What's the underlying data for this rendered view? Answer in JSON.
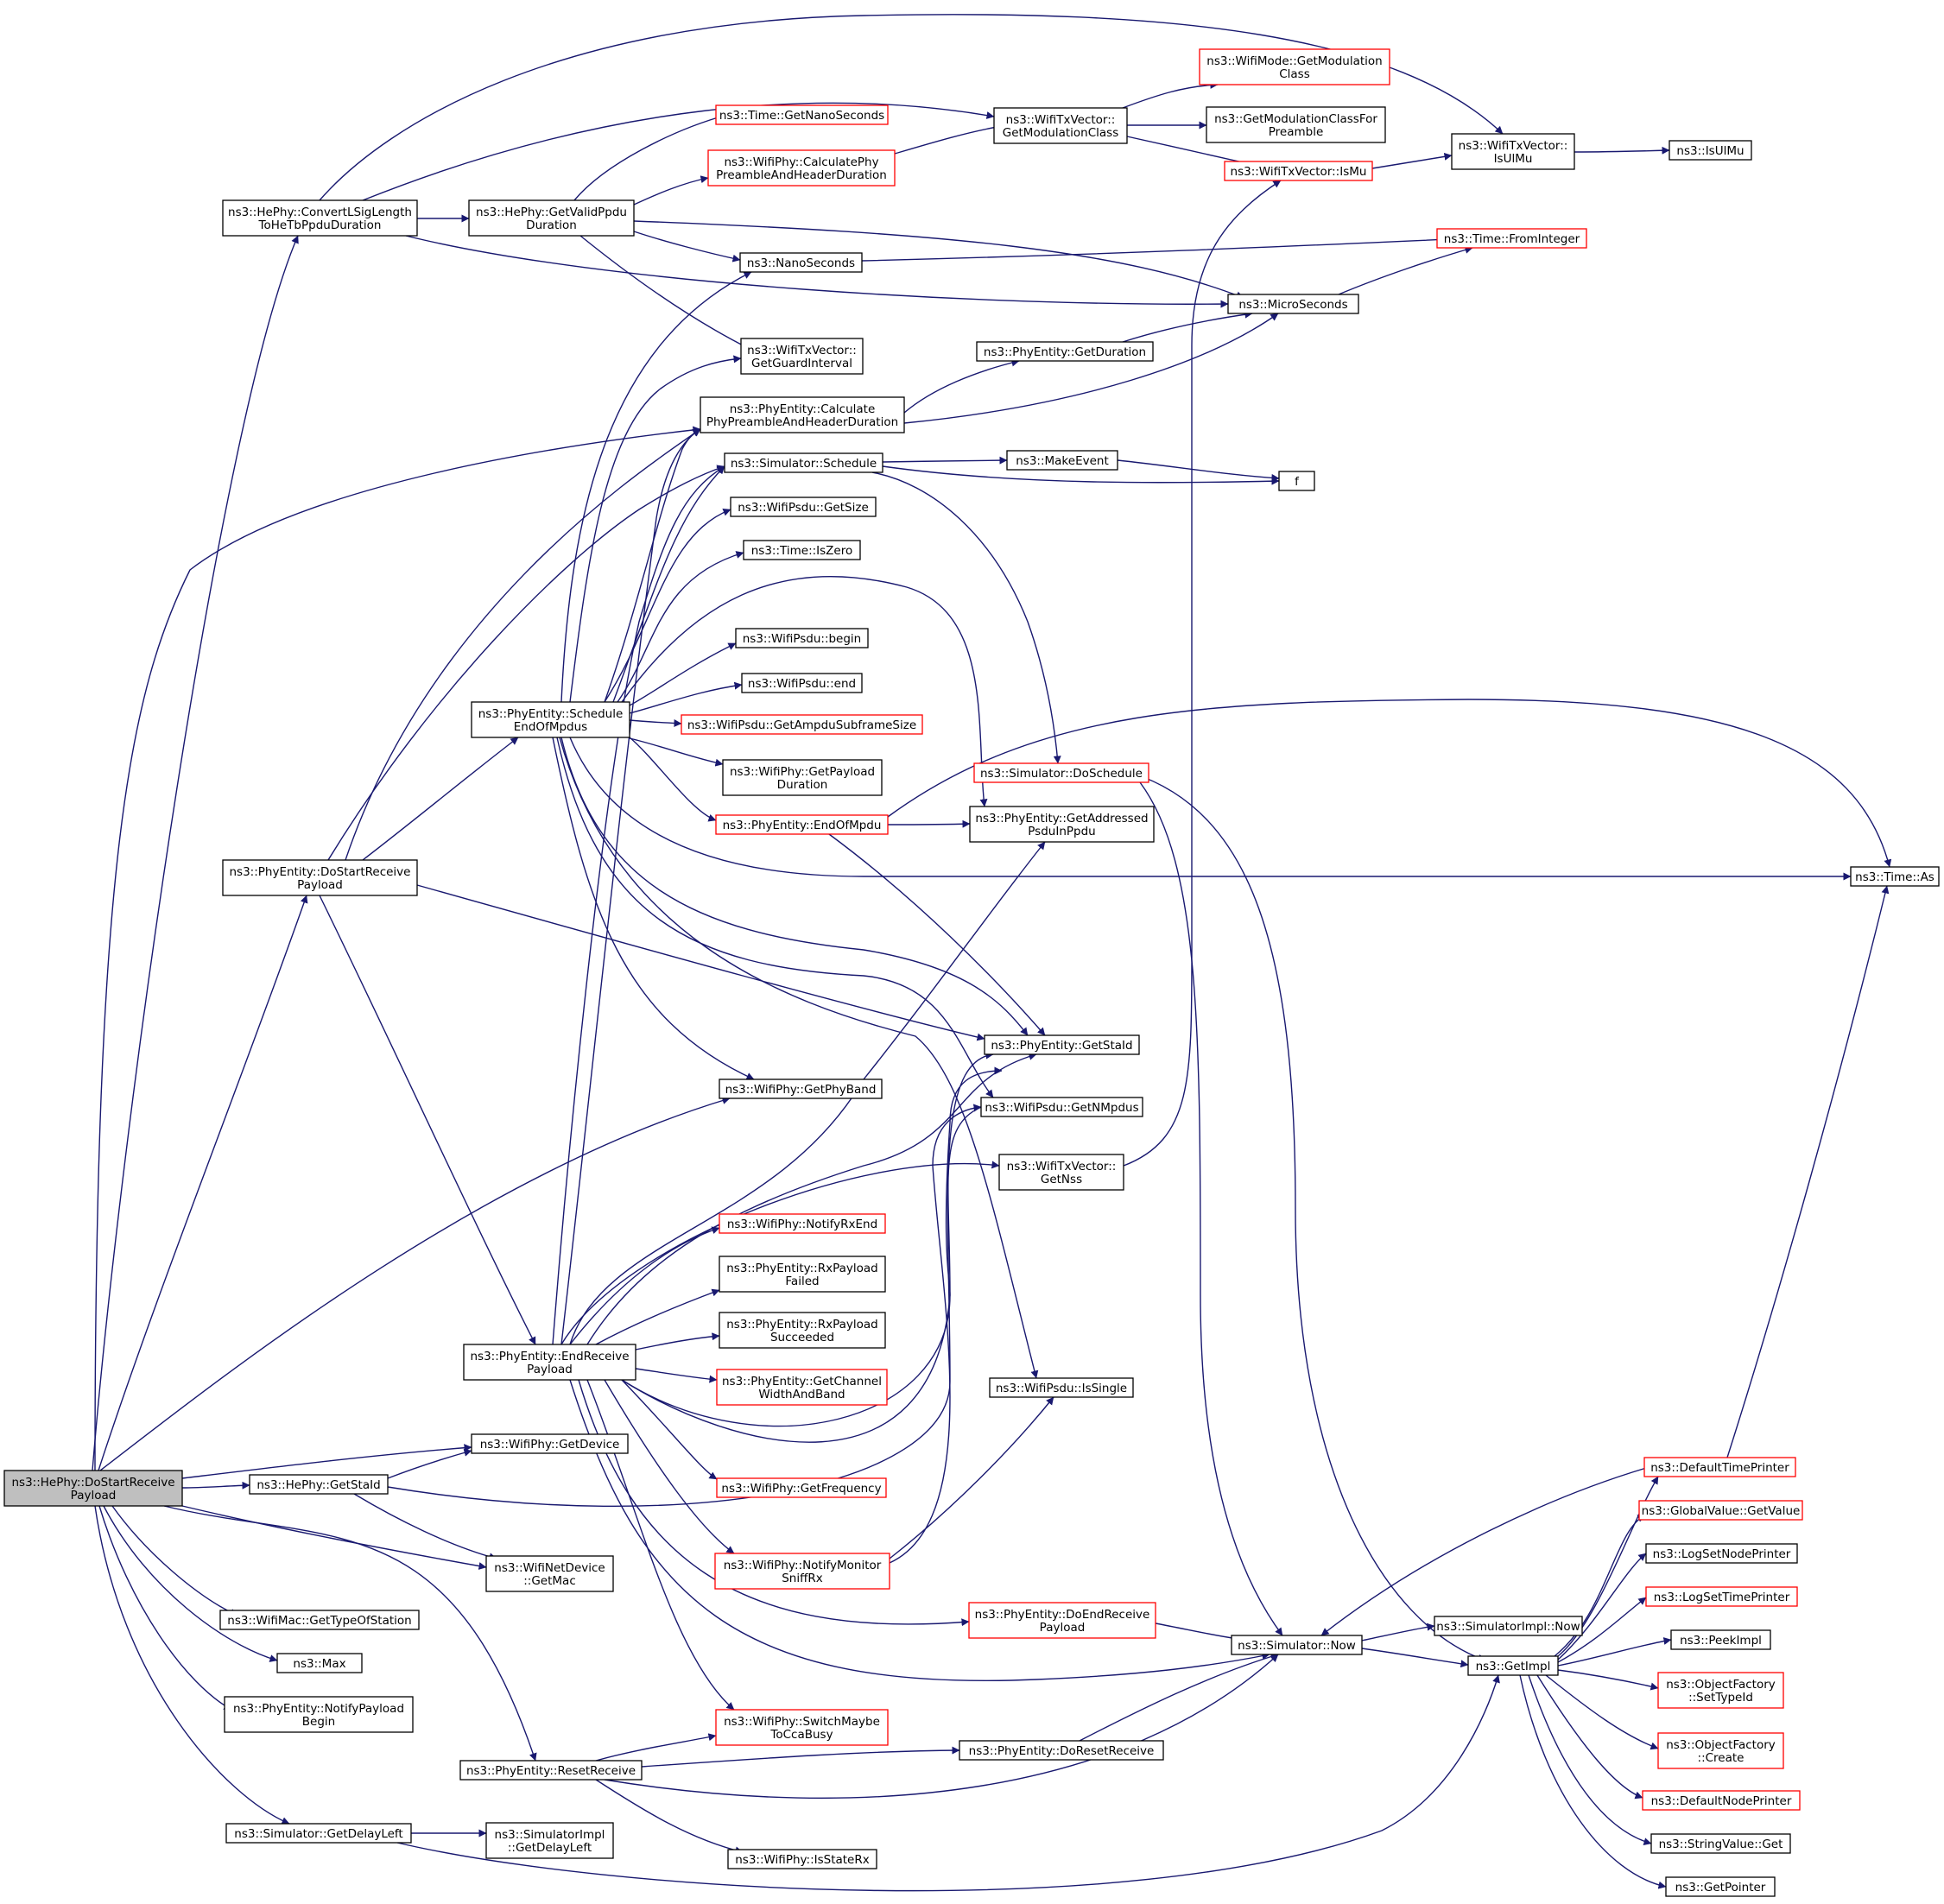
{
  "graph": {
    "root": "n_root",
    "colors": {
      "edge": "#191970",
      "node_border": "#000000",
      "truncated_border": "#ff0000",
      "root_fill": "#bfbfbf",
      "background": "#ffffff"
    },
    "nodes": [
      {
        "id": "n_root",
        "lines": [
          "ns3::HePhy::DoStartReceive",
          "Payload"
        ],
        "style": "root"
      },
      {
        "id": "n_convert",
        "lines": [
          "ns3::HePhy::ConvertLSigLength",
          "ToHeTbPpduDuration"
        ],
        "style": "normal"
      },
      {
        "id": "n_validppdu",
        "lines": [
          "ns3::HePhy::GetValidPpdu",
          "Duration"
        ],
        "style": "normal"
      },
      {
        "id": "n_getnano",
        "lines": [
          "ns3::Time::GetNanoSeconds"
        ],
        "style": "truncated"
      },
      {
        "id": "n_calcphy",
        "lines": [
          "ns3::WifiPhy::CalculatePhy",
          "PreambleAndHeaderDuration"
        ],
        "style": "truncated"
      },
      {
        "id": "n_getmodclass",
        "lines": [
          "ns3::WifiTxVector::",
          "GetModulationClass"
        ],
        "style": "normal"
      },
      {
        "id": "n_wifimode",
        "lines": [
          "ns3::WifiMode::GetModulation",
          "Class"
        ],
        "style": "truncated"
      },
      {
        "id": "n_getmodpre",
        "lines": [
          "ns3::GetModulationClassFor",
          "Preamble"
        ],
        "style": "normal"
      },
      {
        "id": "n_ismu",
        "lines": [
          "ns3::WifiTxVector::IsMu"
        ],
        "style": "truncated"
      },
      {
        "id": "n_isulmu",
        "lines": [
          "ns3::WifiTxVector::",
          "IsUlMu"
        ],
        "style": "normal"
      },
      {
        "id": "n_isulmu2",
        "lines": [
          "ns3::IsUlMu"
        ],
        "style": "normal"
      },
      {
        "id": "n_nanosec",
        "lines": [
          "ns3::NanoSeconds"
        ],
        "style": "normal"
      },
      {
        "id": "n_frominteger",
        "lines": [
          "ns3::Time::FromInteger"
        ],
        "style": "truncated"
      },
      {
        "id": "n_microsec",
        "lines": [
          "ns3::MicroSeconds"
        ],
        "style": "normal"
      },
      {
        "id": "n_guard",
        "lines": [
          "ns3::WifiTxVector::",
          "GetGuardInterval"
        ],
        "style": "normal"
      },
      {
        "id": "n_getduration",
        "lines": [
          "ns3::PhyEntity::GetDuration"
        ],
        "style": "normal"
      },
      {
        "id": "n_pecalc",
        "lines": [
          "ns3::PhyEntity::Calculate",
          "PhyPreambleAndHeaderDuration"
        ],
        "style": "normal"
      },
      {
        "id": "n_schedule",
        "lines": [
          "ns3::Simulator::Schedule"
        ],
        "style": "normal"
      },
      {
        "id": "n_makeevent",
        "lines": [
          "ns3::MakeEvent"
        ],
        "style": "normal"
      },
      {
        "id": "n_f",
        "lines": [
          "f"
        ],
        "style": "normal"
      },
      {
        "id": "n_getsize",
        "lines": [
          "ns3::WifiPsdu::GetSize"
        ],
        "style": "normal"
      },
      {
        "id": "n_iszero",
        "lines": [
          "ns3::Time::IsZero"
        ],
        "style": "normal"
      },
      {
        "id": "n_begin",
        "lines": [
          "ns3::WifiPsdu::begin"
        ],
        "style": "normal"
      },
      {
        "id": "n_end",
        "lines": [
          "ns3::WifiPsdu::end"
        ],
        "style": "normal"
      },
      {
        "id": "n_ampdu",
        "lines": [
          "ns3::WifiPsdu::GetAmpduSubframeSize"
        ],
        "style": "truncated"
      },
      {
        "id": "n_payloaddur",
        "lines": [
          "ns3::WifiPhy::GetPayload",
          "Duration"
        ],
        "style": "normal"
      },
      {
        "id": "n_sched_end",
        "lines": [
          "ns3::PhyEntity::Schedule",
          "EndOfMpdus"
        ],
        "style": "normal"
      },
      {
        "id": "n_endofmpdu",
        "lines": [
          "ns3::PhyEntity::EndOfMpdu"
        ],
        "style": "truncated"
      },
      {
        "id": "n_doschedule",
        "lines": [
          "ns3::Simulator::DoSchedule"
        ],
        "style": "truncated"
      },
      {
        "id": "n_getaddr",
        "lines": [
          "ns3::PhyEntity::GetAddressed",
          "PsduInPpdu"
        ],
        "style": "normal"
      },
      {
        "id": "n_timeas",
        "lines": [
          "ns3::Time::As"
        ],
        "style": "normal"
      },
      {
        "id": "n_pe_dostart",
        "lines": [
          "ns3::PhyEntity::DoStartReceive",
          "Payload"
        ],
        "style": "normal"
      },
      {
        "id": "n_pe_getstaid",
        "lines": [
          "ns3::PhyEntity::GetStaId"
        ],
        "style": "normal"
      },
      {
        "id": "n_physband",
        "lines": [
          "ns3::WifiPhy::GetPhyBand"
        ],
        "style": "normal"
      },
      {
        "id": "n_nmpdus",
        "lines": [
          "ns3::WifiPsdu::GetNMpdus"
        ],
        "style": "normal"
      },
      {
        "id": "n_getnss",
        "lines": [
          "ns3::WifiTxVector::",
          "GetNss"
        ],
        "style": "normal"
      },
      {
        "id": "n_notifyrxend",
        "lines": [
          "ns3::WifiPhy::NotifyRxEnd"
        ],
        "style": "truncated"
      },
      {
        "id": "n_rxfailed",
        "lines": [
          "ns3::PhyEntity::RxPayload",
          "Failed"
        ],
        "style": "normal"
      },
      {
        "id": "n_rxsucc",
        "lines": [
          "ns3::PhyEntity::RxPayload",
          "Succeeded"
        ],
        "style": "normal"
      },
      {
        "id": "n_endreceive",
        "lines": [
          "ns3::PhyEntity::EndReceive",
          "Payload"
        ],
        "style": "normal"
      },
      {
        "id": "n_chanwidth",
        "lines": [
          "ns3::PhyEntity::GetChannel",
          "WidthAndBand"
        ],
        "style": "truncated"
      },
      {
        "id": "n_issingle",
        "lines": [
          "ns3::WifiPsdu::IsSingle"
        ],
        "style": "normal"
      },
      {
        "id": "n_getdevice",
        "lines": [
          "ns3::WifiPhy::GetDevice"
        ],
        "style": "normal"
      },
      {
        "id": "n_hestaid",
        "lines": [
          "ns3::HePhy::GetStaId"
        ],
        "style": "normal"
      },
      {
        "id": "n_getfreq",
        "lines": [
          "ns3::WifiPhy::GetFrequency"
        ],
        "style": "truncated"
      },
      {
        "id": "n_getmac",
        "lines": [
          "ns3::WifiNetDevice",
          "::GetMac"
        ],
        "style": "normal"
      },
      {
        "id": "n_monitor",
        "lines": [
          "ns3::WifiPhy::NotifyMonitor",
          "SniffRx"
        ],
        "style": "truncated"
      },
      {
        "id": "n_typeofstation",
        "lines": [
          "ns3::WifiMac::GetTypeOfStation"
        ],
        "style": "normal"
      },
      {
        "id": "n_doendreceive",
        "lines": [
          "ns3::PhyEntity::DoEndReceive",
          "Payload"
        ],
        "style": "truncated"
      },
      {
        "id": "n_max",
        "lines": [
          "ns3::Max"
        ],
        "style": "normal"
      },
      {
        "id": "n_simnow",
        "lines": [
          "ns3::Simulator::Now"
        ],
        "style": "normal"
      },
      {
        "id": "n_implnow",
        "lines": [
          "ns3::SimulatorImpl::Now"
        ],
        "style": "normal"
      },
      {
        "id": "n_getimpl",
        "lines": [
          "ns3::GetImpl"
        ],
        "style": "normal"
      },
      {
        "id": "n_notifypayload",
        "lines": [
          "ns3::PhyEntity::NotifyPayload",
          "Begin"
        ],
        "style": "normal"
      },
      {
        "id": "n_switchcca",
        "lines": [
          "ns3::WifiPhy::SwitchMaybe",
          "ToCcaBusy"
        ],
        "style": "truncated"
      },
      {
        "id": "n_doreset",
        "lines": [
          "ns3::PhyEntity::DoResetReceive"
        ],
        "style": "normal"
      },
      {
        "id": "n_resetreceive",
        "lines": [
          "ns3::PhyEntity::ResetReceive"
        ],
        "style": "normal"
      },
      {
        "id": "n_getdelayleft",
        "lines": [
          "ns3::Simulator::GetDelayLeft"
        ],
        "style": "normal"
      },
      {
        "id": "n_impldelay",
        "lines": [
          "ns3::SimulatorImpl",
          "::GetDelayLeft"
        ],
        "style": "normal"
      },
      {
        "id": "n_isstaterx",
        "lines": [
          "ns3::WifiPhy::IsStateRx"
        ],
        "style": "normal"
      },
      {
        "id": "n_deftimeprinter",
        "lines": [
          "ns3::DefaultTimePrinter"
        ],
        "style": "truncated"
      },
      {
        "id": "n_globalvalue",
        "lines": [
          "ns3::GlobalValue::GetValue"
        ],
        "style": "truncated"
      },
      {
        "id": "n_lognodeprinter",
        "lines": [
          "ns3::LogSetNodePrinter"
        ],
        "style": "normal"
      },
      {
        "id": "n_logtimeprinter",
        "lines": [
          "ns3::LogSetTimePrinter"
        ],
        "style": "truncated"
      },
      {
        "id": "n_peekimpl",
        "lines": [
          "ns3::PeekImpl"
        ],
        "style": "normal"
      },
      {
        "id": "n_settypeid",
        "lines": [
          "ns3::ObjectFactory",
          "::SetTypeId"
        ],
        "style": "truncated"
      },
      {
        "id": "n_create",
        "lines": [
          "ns3::ObjectFactory",
          "::Create"
        ],
        "style": "truncated"
      },
      {
        "id": "n_defnodeprinter",
        "lines": [
          "ns3::DefaultNodePrinter"
        ],
        "style": "truncated"
      },
      {
        "id": "n_stringget",
        "lines": [
          "ns3::StringValue::Get"
        ],
        "style": "normal"
      },
      {
        "id": "n_getpointer",
        "lines": [
          "ns3::GetPointer"
        ],
        "style": "normal"
      }
    ]
  }
}
